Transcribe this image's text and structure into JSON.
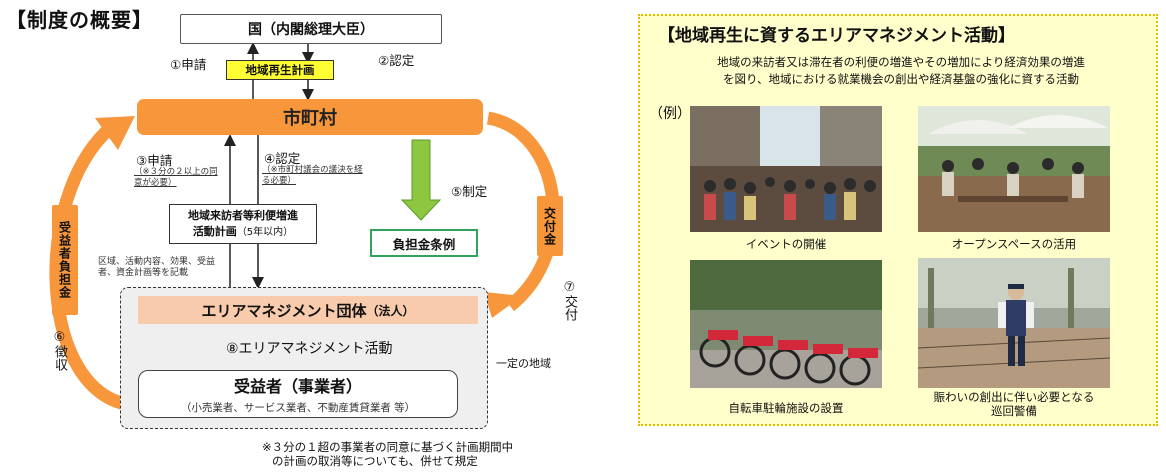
{
  "left": {
    "title": "【制度の概要】",
    "kuni": "国（内閣総理大臣）",
    "plan_top": "地域再生計画",
    "step1": "①申請",
    "step2": "②認定",
    "city": "市町村",
    "step3": "③申請",
    "step3_note": "（※３分の２以上の同意が必要）",
    "step4": "④認定",
    "step4_note": "（※市町村議会の議決を経る必要）",
    "step5": "⑤制定",
    "plan_mid_line1": "地域来訪者等利便増進",
    "plan_mid_line2": "活動計画",
    "plan_mid_small": "（5年以内）",
    "plan_contents": "区域、活動内容、効果、受益者、資金計画等を記載",
    "futan": "負担金条例",
    "am_group": "エリアマネジメント団体",
    "am_group_small": "（法人）",
    "step8": "⑧エリアマネジメント活動",
    "area": "一定の地域",
    "benef_title": "受益者（事業者）",
    "benef_desc": "（小売業者、サービス業者、不動産賃貸業者 等）",
    "left_vlabel": "受益者負担金",
    "step6": "⑥徴収",
    "right_vlabel": "交付金",
    "step7": "⑦交付",
    "footnote_line1": "※３分の１超の事業者の同意に基づく計画期間中",
    "footnote_line2": "の計画の取消等についても、併せて規定"
  },
  "right": {
    "title": "【地域再生に資するエリアマネジメント活動】",
    "desc_line1": "地域の来訪者又は滞在者の利便の増進やその増加により経済効果の増進",
    "desc_line2": "を図り、地域における就業機会の創出や経済基盤の強化に資する活動",
    "rei": "（例）",
    "captions": [
      "イベントの開催",
      "オープンスペースの活用",
      "自転車駐輪施設の設置",
      "賑わいの創出に伴い必要となる",
      "巡回警備"
    ]
  },
  "colors": {
    "orange": "#f7963b",
    "yellow": "#ffff33",
    "green": "#31a35c",
    "salmon": "#f8cbad",
    "panel_bg": "#ffffcc",
    "blue_arrow": "#9dc3e6"
  }
}
